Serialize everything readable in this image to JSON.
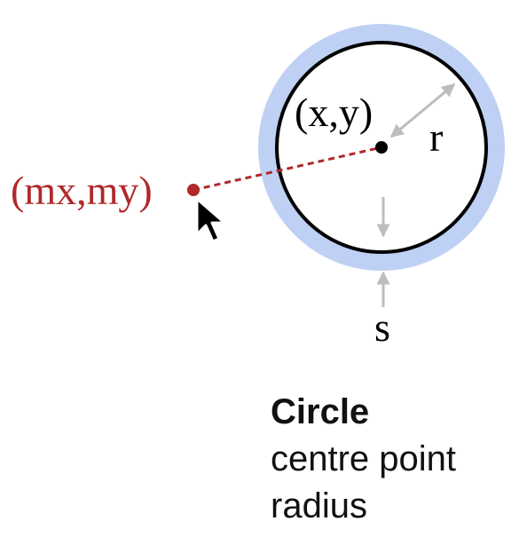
{
  "diagram": {
    "center_label": "(x,y)",
    "radius_label": "r",
    "stroke_label": "s",
    "mouse_label": "(mx,my)"
  },
  "caption": {
    "title": "Circle",
    "lines": [
      "centre point",
      "radius"
    ]
  },
  "colors": {
    "halo": "#bfd0f5",
    "outline": "#000000",
    "mouse": "#b0282a",
    "arrows": "#bdbdbd"
  },
  "icons": {
    "cursor": "mouse-pointer-icon"
  }
}
